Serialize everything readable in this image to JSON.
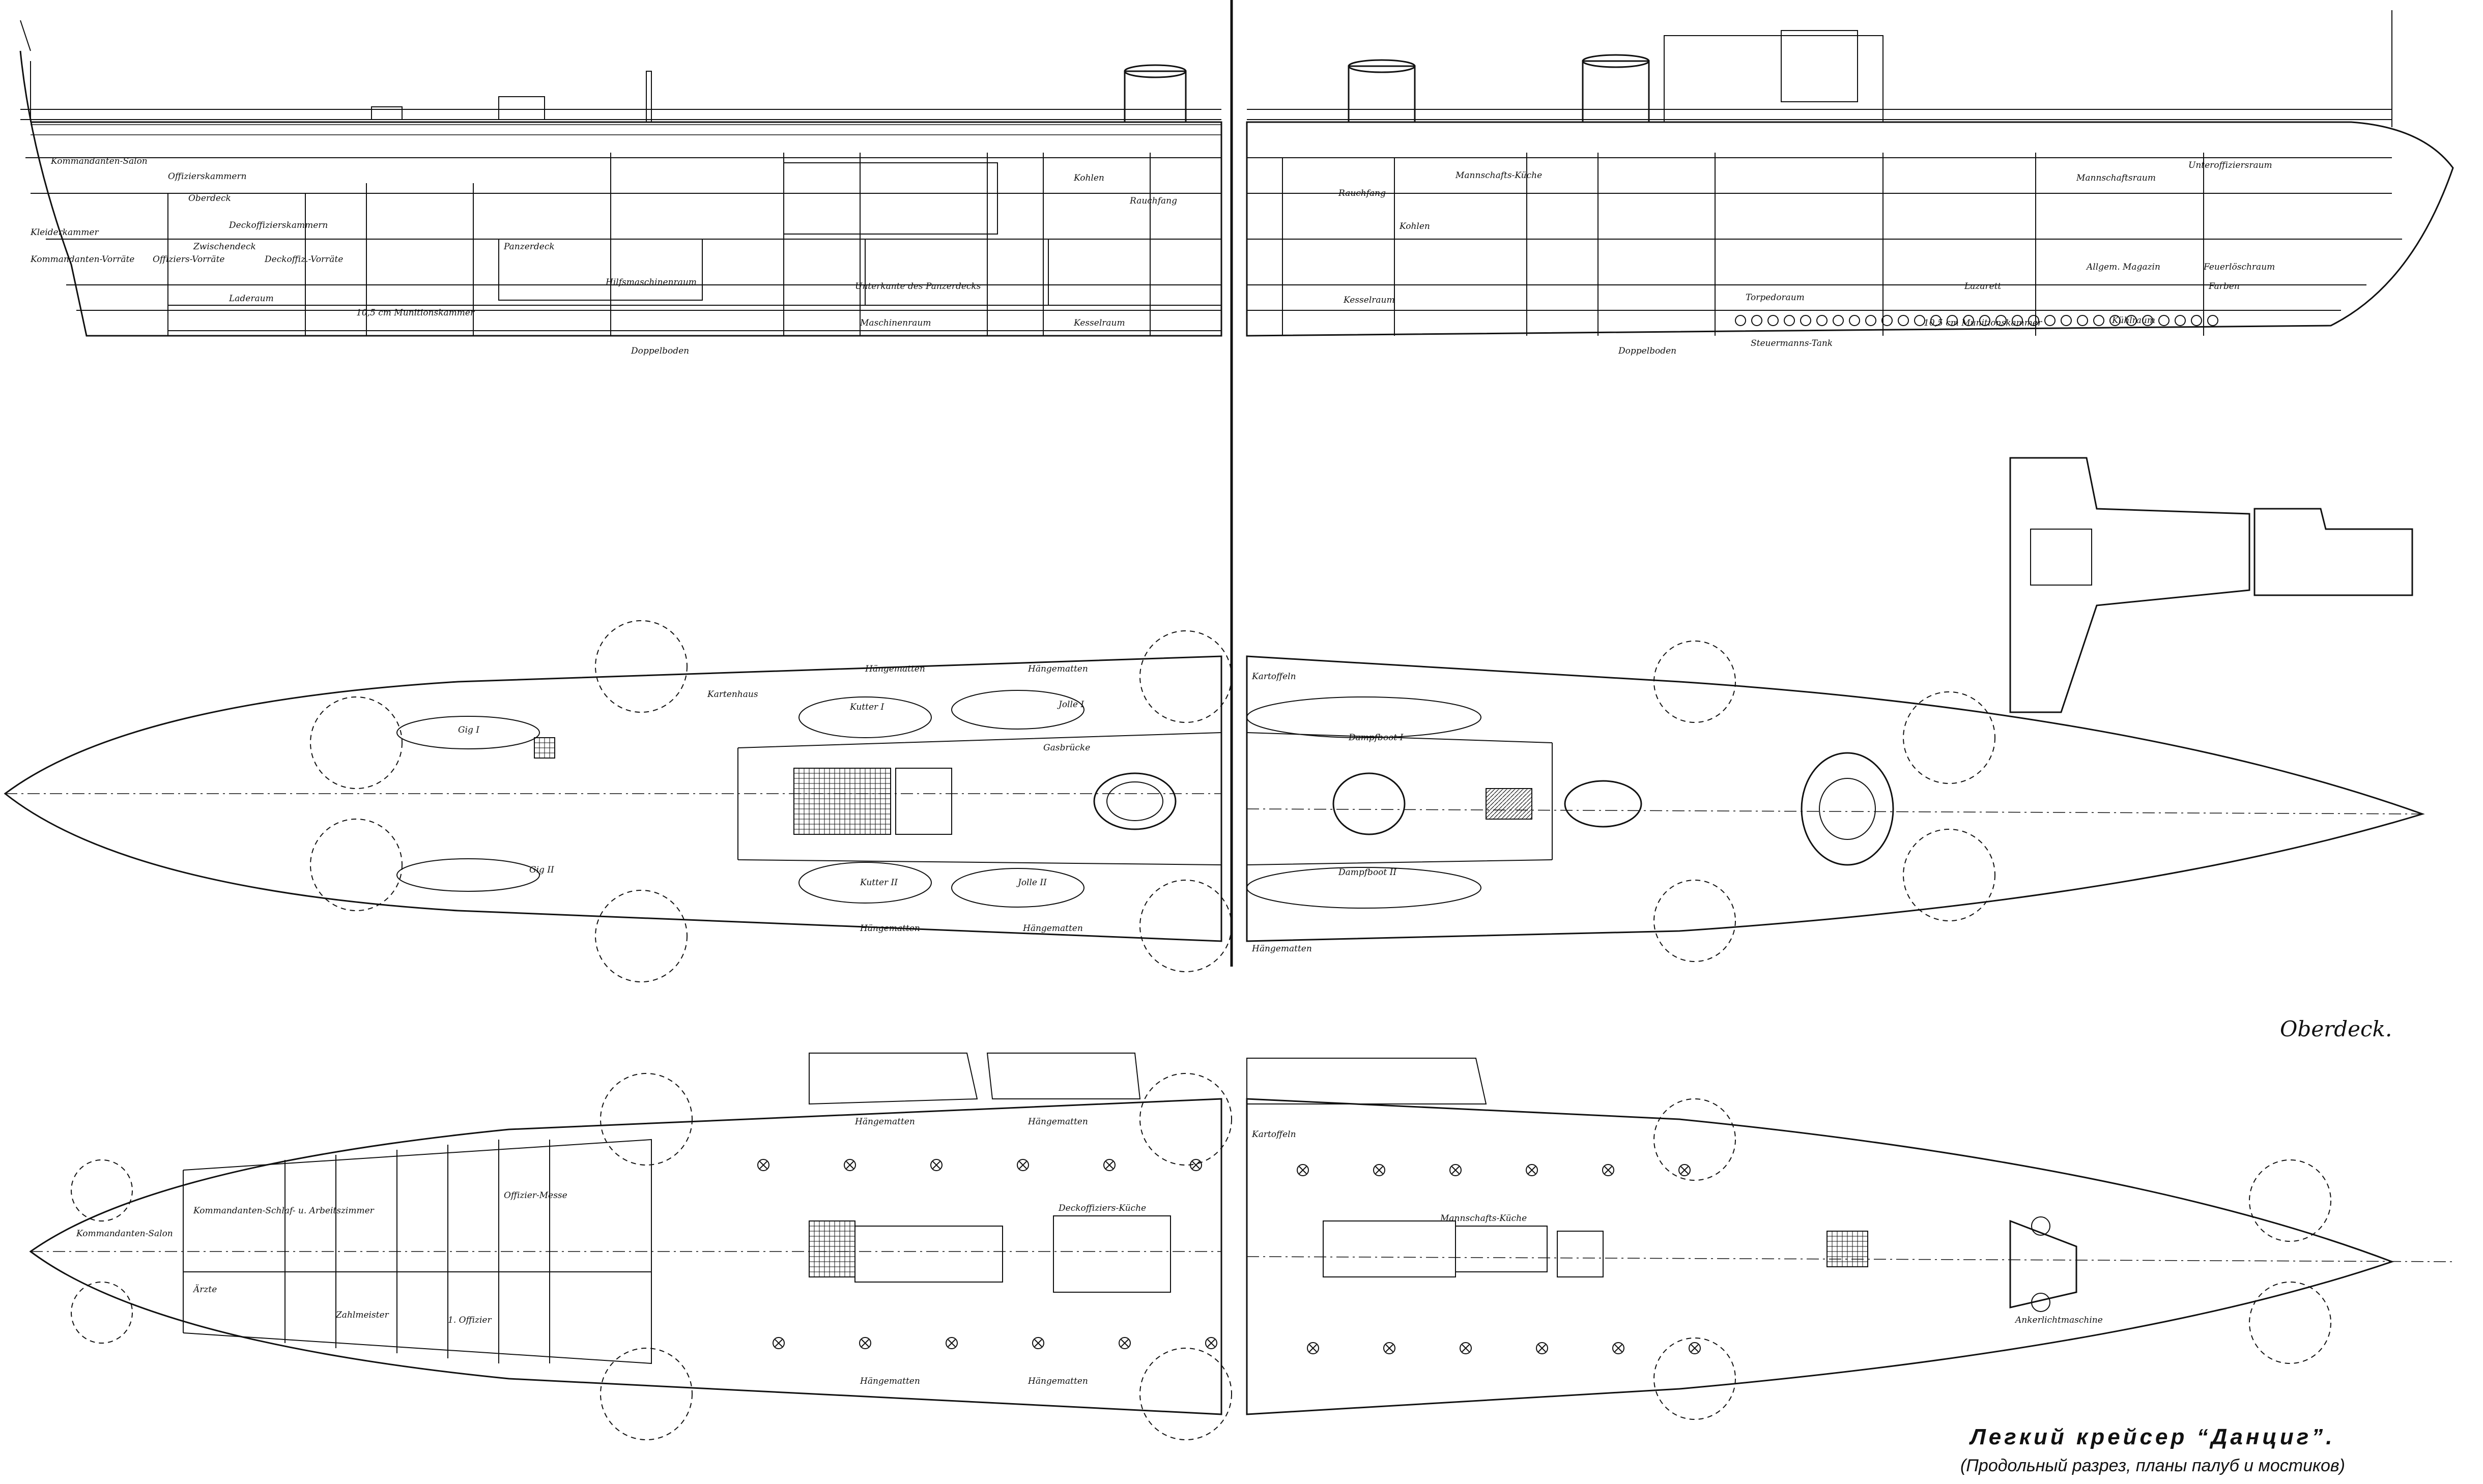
{
  "caption": {
    "title": "Легкий крейсер “Данциг”.",
    "subtitle": "(Продольный разрез, планы палуб и мостиков)"
  },
  "upper_plan_title": "Oberdeck.",
  "profile_labels": {
    "fwd_1": "Kommandanten-Salon",
    "fwd_2": "Offizierskammern",
    "fwd_3": "Oberdeck",
    "fwd_4": "Kleiderkammer",
    "fwd_5": "Deckoffizierskammern",
    "fwd_6": "Zwischendeck",
    "fwd_7": "Kommandanten-Vorräte",
    "fwd_8": "Offiziers-Vorräte",
    "fwd_9": "Deckoffiz.-Vorräte",
    "fwd_10": "Panzerdeck",
    "fwd_11": "Laderaum",
    "fwd_12": "Hilfsmaschinenraum",
    "fwd_13": "Maschinenraum",
    "fwd_14": "Kesselraum",
    "fwd_15": "Unterkante des Panzerdecks",
    "fwd_16": "10,5 cm Munitionskammer",
    "fwd_17": "Doppelboden",
    "fwd_18": "Kohlen",
    "fwd_19": "Rauchfang",
    "aft_1": "Kohlen",
    "aft_2": "Rauchfang",
    "aft_3": "Mannschaftsraum",
    "aft_4": "Unteroffiziersraum",
    "aft_5": "Mannschafts-Küche",
    "aft_6": "Kesselraum",
    "aft_7": "Torpedoraum",
    "aft_8": "Steuermanns-Tank",
    "aft_9": "10,5 cm Munitionskammer",
    "aft_10": "Allgem. Magazin",
    "aft_11": "Lazarett",
    "aft_12": "Kühlraum",
    "aft_13": "Doppelboden",
    "aft_14": "Feuerlöschraum",
    "aft_15": "Farben"
  },
  "upper_deck_labels": {
    "boat_1": "Kutter I",
    "boat_2": "Kutter II",
    "boat_3": "Jolle I",
    "boat_4": "Jolle II",
    "boat_5": "Gig I",
    "boat_6": "Gig II",
    "boat_7": "Dampfboot I",
    "boat_8": "Dampfboot II",
    "hammock_1": "Hängematten",
    "hammock_2": "Hängematten",
    "hammock_3": "Hängematten",
    "hammock_4": "Hängematten",
    "hammock_5": "Hängematten",
    "misc_1": "Kartoffeln",
    "misc_2": "Gasbrücke",
    "misc_3": "Kartenhaus"
  },
  "lower_deck_labels": {
    "room_1": "Kommandanten-Salon",
    "room_2": "Kommandanten-Schlaf- u. Arbeitszimmer",
    "room_3": "Offizier-Messe",
    "room_4": "1. Offizier",
    "room_5": "Ärzte",
    "room_6": "Zahlmeister",
    "room_7": "Deckoffiziers-Küche",
    "room_8": "Mannschafts-Küche",
    "room_9": "Kartoffeln",
    "room_10": "Ankerlichtmaschine",
    "hammock_1": "Hängematten",
    "hammock_2": "Hängematten",
    "hammock_3": "Hängematten",
    "hammock_4": "Hängematten"
  },
  "colors": {
    "ink": "#111111",
    "paper": "#ffffff"
  }
}
